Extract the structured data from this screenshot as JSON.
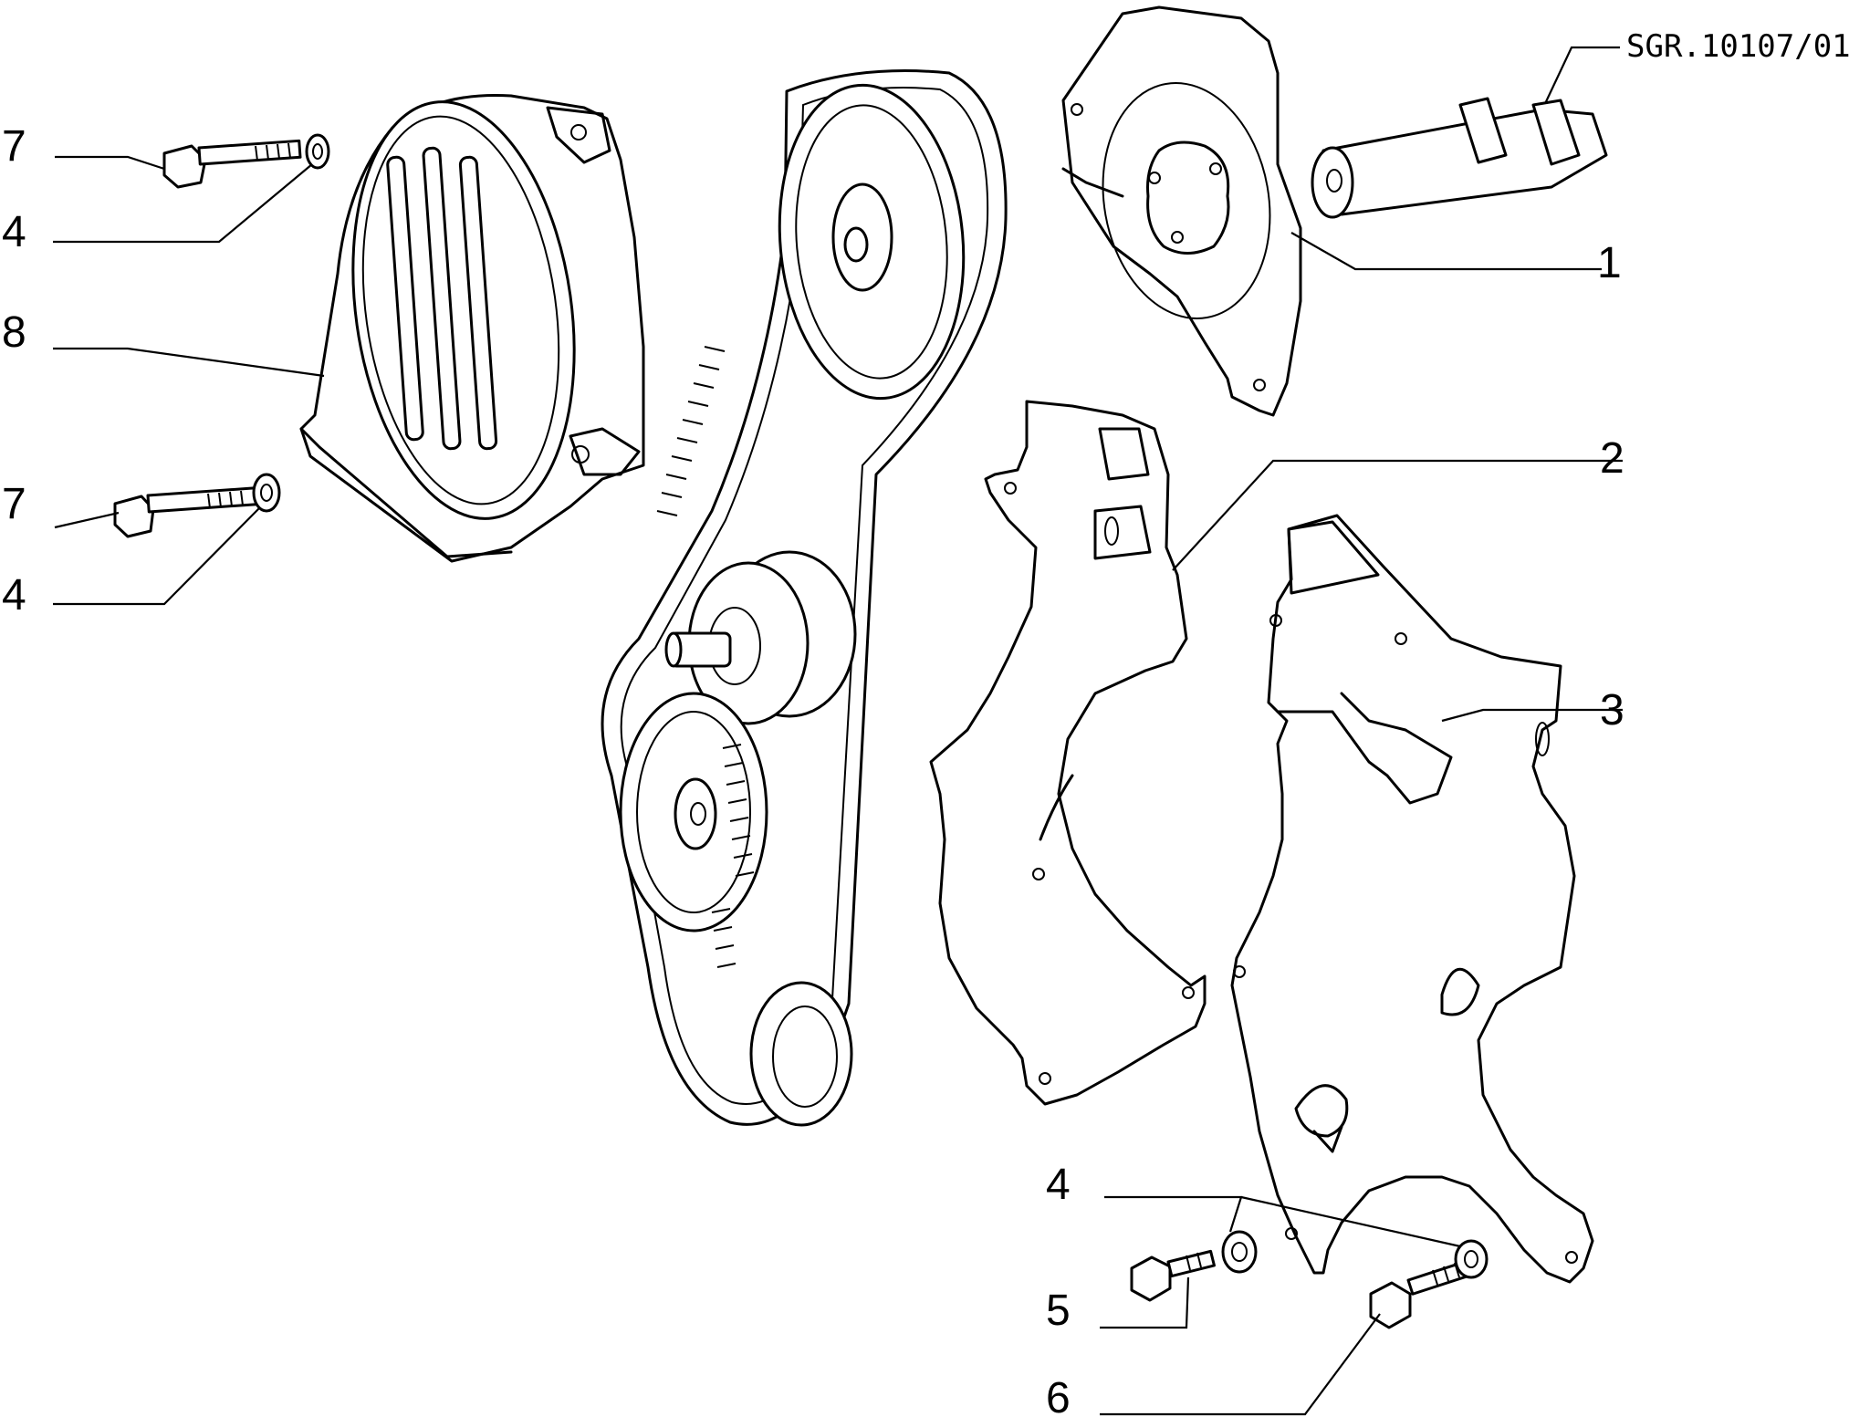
{
  "drawing": {
    "reference_code": "SGR.10107/01"
  },
  "callouts": {
    "c1": "1",
    "c2": "2",
    "c3": "3",
    "c4a": "4",
    "c4b": "4",
    "c4c": "4",
    "c5": "5",
    "c6": "6",
    "c7a": "7",
    "c7b": "7",
    "c8": "8"
  },
  "colors": {
    "ink": "#000000",
    "paper": "#ffffff"
  }
}
